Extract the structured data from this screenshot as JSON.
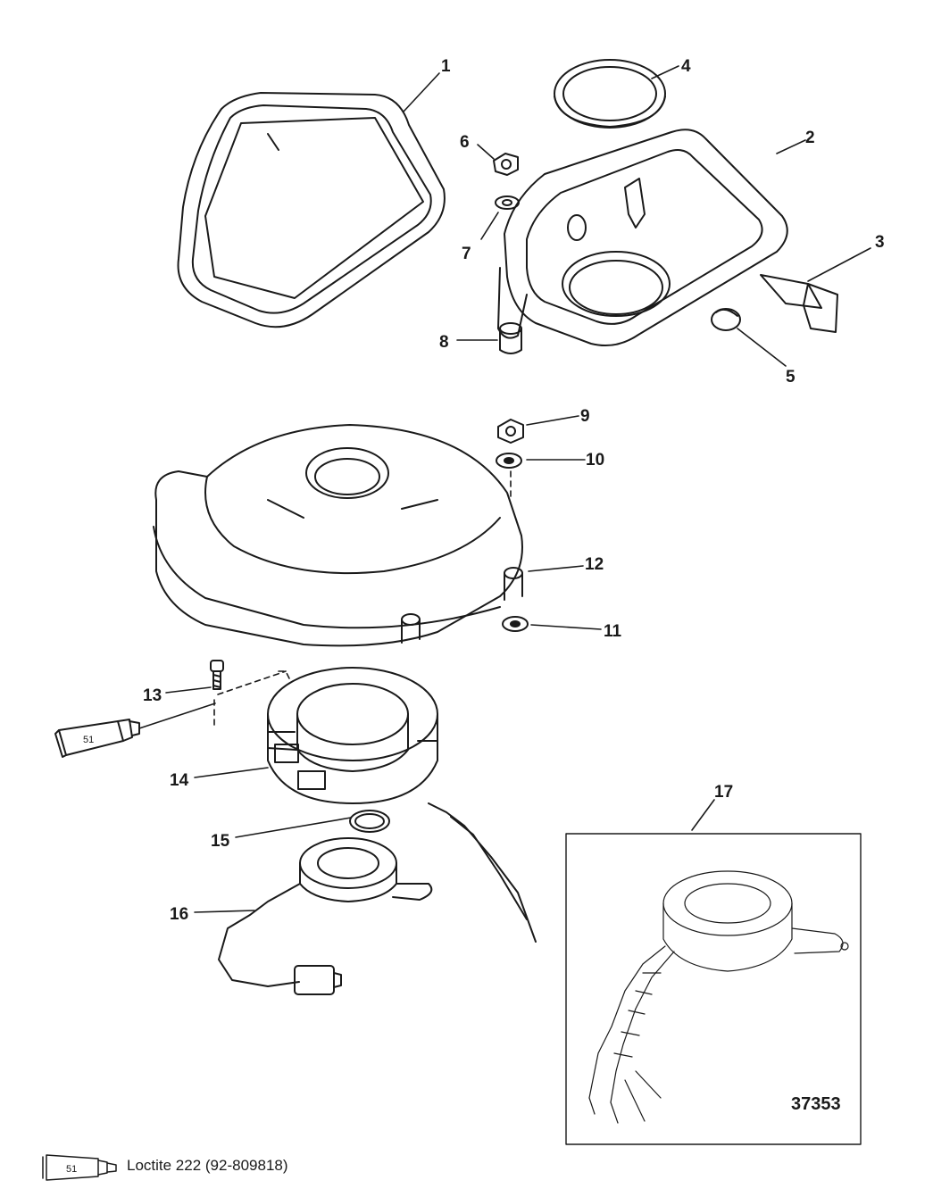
{
  "callouts": {
    "c1": "1",
    "c2": "2",
    "c3": "3",
    "c4": "4",
    "c5": "5",
    "c6": "6",
    "c7": "7",
    "c8": "8",
    "c9": "9",
    "c10": "10",
    "c11": "11",
    "c12": "12",
    "c13": "13",
    "c14": "14",
    "c15": "15",
    "c16": "16",
    "c17": "17"
  },
  "sealant_tube_label": "51",
  "legend": {
    "tube_label": "51",
    "text": "Loctite 222 (92-809818)"
  },
  "inset_reference": "37353"
}
